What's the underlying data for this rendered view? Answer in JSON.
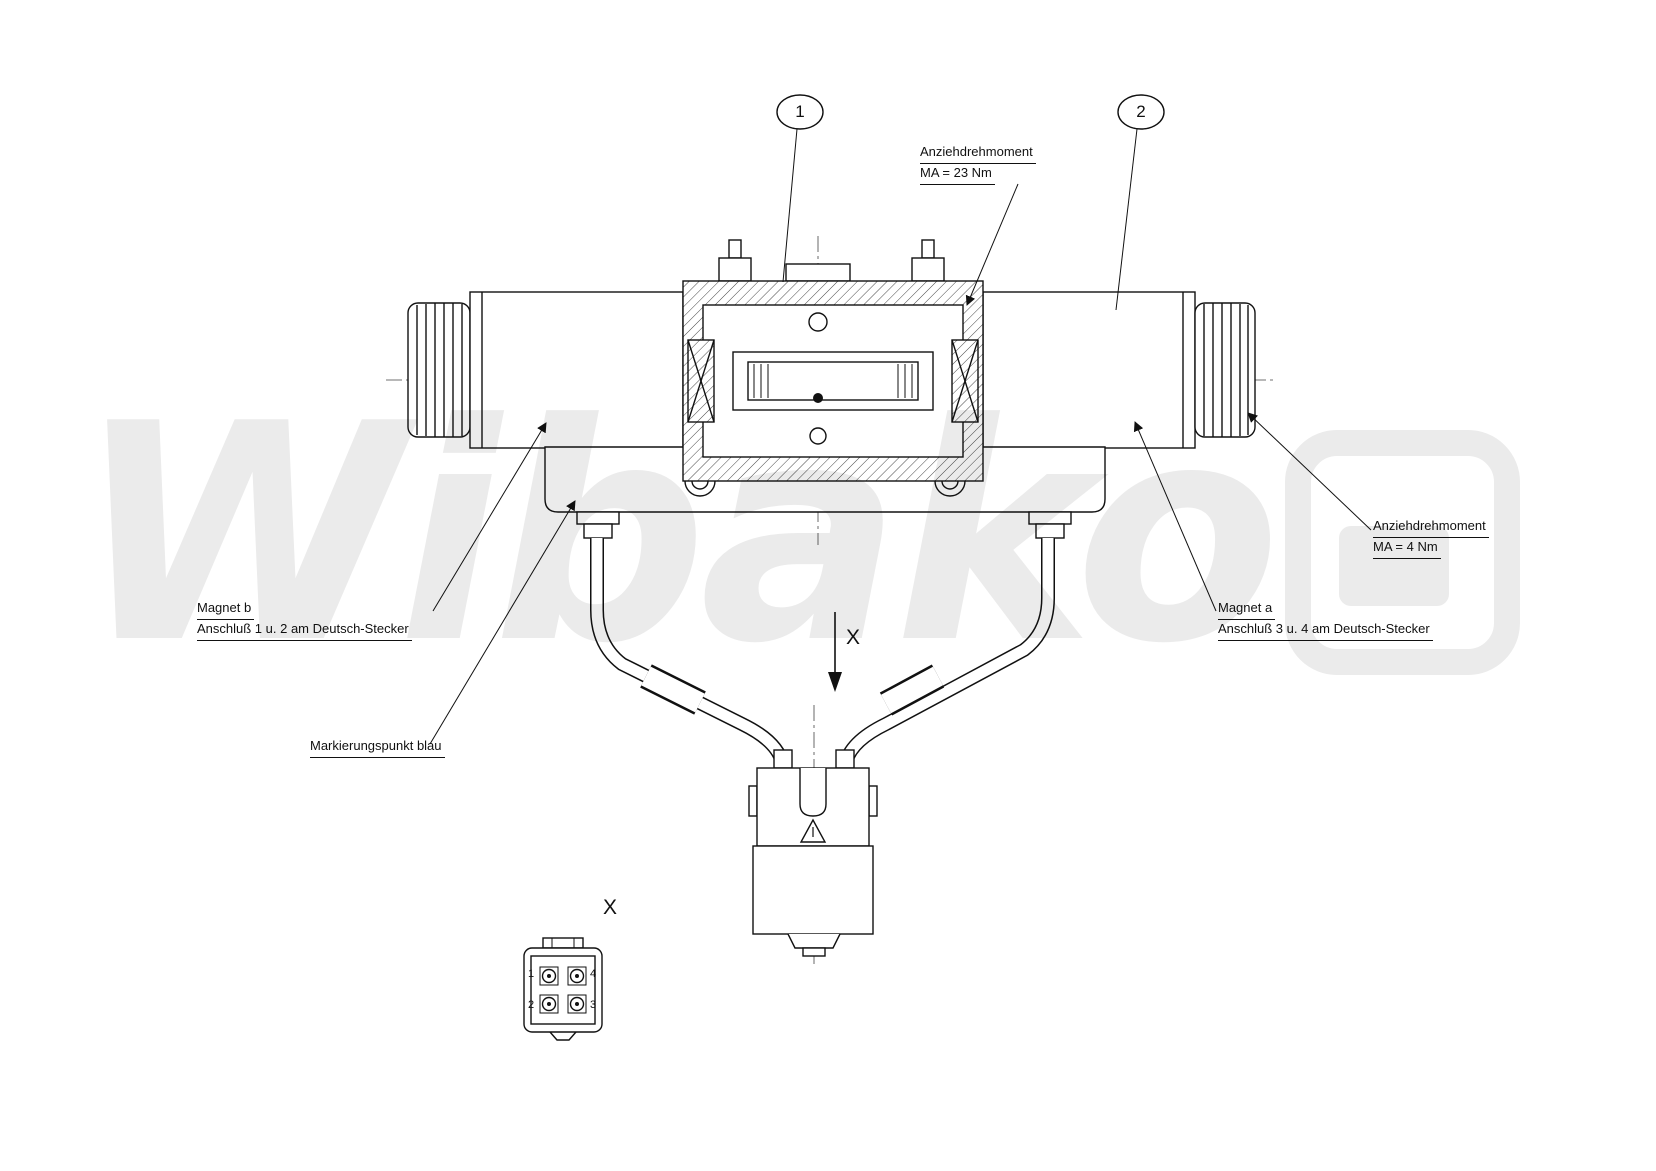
{
  "drawing": {
    "watermark_text": "Wibako",
    "balloons": {
      "b1": "1",
      "b2": "2"
    },
    "callouts": {
      "torque_center": {
        "line1": "Anziehdrehmoment",
        "line2": "MA = 23 Nm"
      },
      "torque_right": {
        "line1": "Anziehdrehmoment",
        "line2": "MA = 4 Nm"
      },
      "magnet_b": {
        "line1": "Magnet b",
        "line2": "Anschluß 1 u. 2 am Deutsch-Stecker"
      },
      "magnet_a": {
        "line1": "Magnet a",
        "line2": "Anschluß 3 u. 4 am Deutsch-Stecker"
      },
      "marking_point": "Markierungspunkt blau"
    },
    "section_label": "X",
    "detail_label": "X",
    "connector_pins": {
      "top_left": "1",
      "bottom_left": "2",
      "top_right": "4",
      "bottom_right": "3"
    }
  }
}
